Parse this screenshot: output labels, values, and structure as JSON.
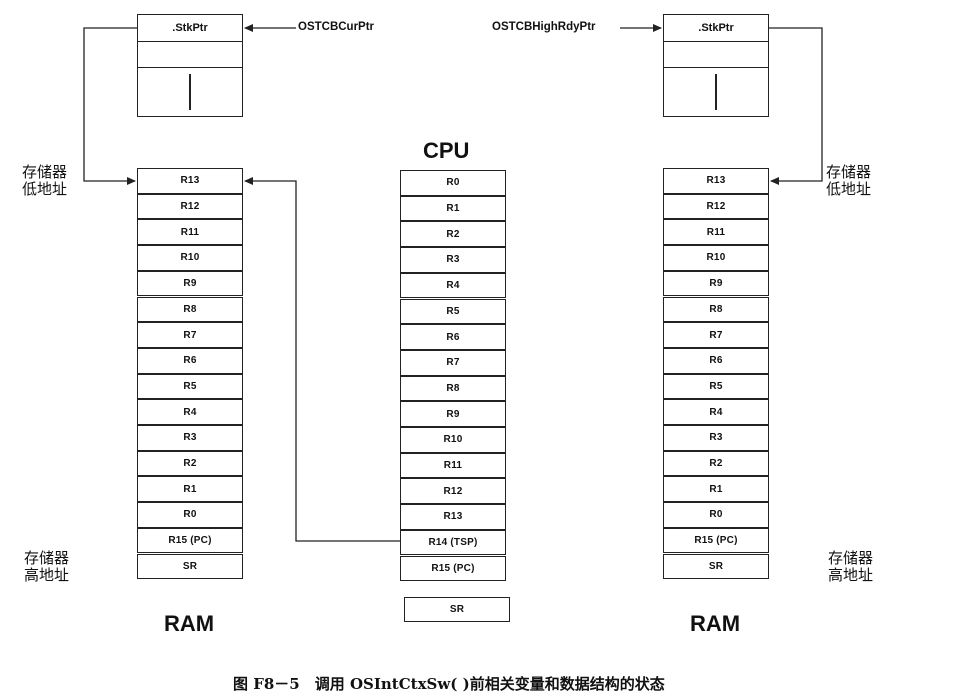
{
  "left_tcb": {
    "stkptr_label": ".StkPtr"
  },
  "right_tcb": {
    "stkptr_label": ".StkPtr"
  },
  "pointers": {
    "cur": "OSTCBCurPtr",
    "high": "OSTCBHighRdyPtr"
  },
  "labels": {
    "cpu": "CPU",
    "ram_left": "RAM",
    "ram_right": "RAM",
    "low_addr_line1": "存储器",
    "low_addr_line2": "低地址",
    "high_addr_line1": "存储器",
    "high_addr_line2": "高地址"
  },
  "left_stack": [
    "R13",
    "R12",
    "R11",
    "R10",
    "R9",
    "R8",
    "R7",
    "R6",
    "R5",
    "R4",
    "R3",
    "R2",
    "R1",
    "R0",
    "R15 (PC)",
    "SR"
  ],
  "cpu_registers": [
    "R0",
    "R1",
    "R2",
    "R3",
    "R4",
    "R5",
    "R6",
    "R7",
    "R8",
    "R9",
    "R10",
    "R11",
    "R12",
    "R13",
    "R14 (TSP)",
    "R15 (PC)"
  ],
  "cpu_sr": "SR",
  "right_stack": [
    "R13",
    "R12",
    "R11",
    "R10",
    "R9",
    "R8",
    "R7",
    "R6",
    "R5",
    "R4",
    "R3",
    "R2",
    "R1",
    "R0",
    "R15 (PC)",
    "SR"
  ],
  "caption": "图 F8－5　调用 OSIntCtxSw( )前相关变量和数据结构的状态"
}
